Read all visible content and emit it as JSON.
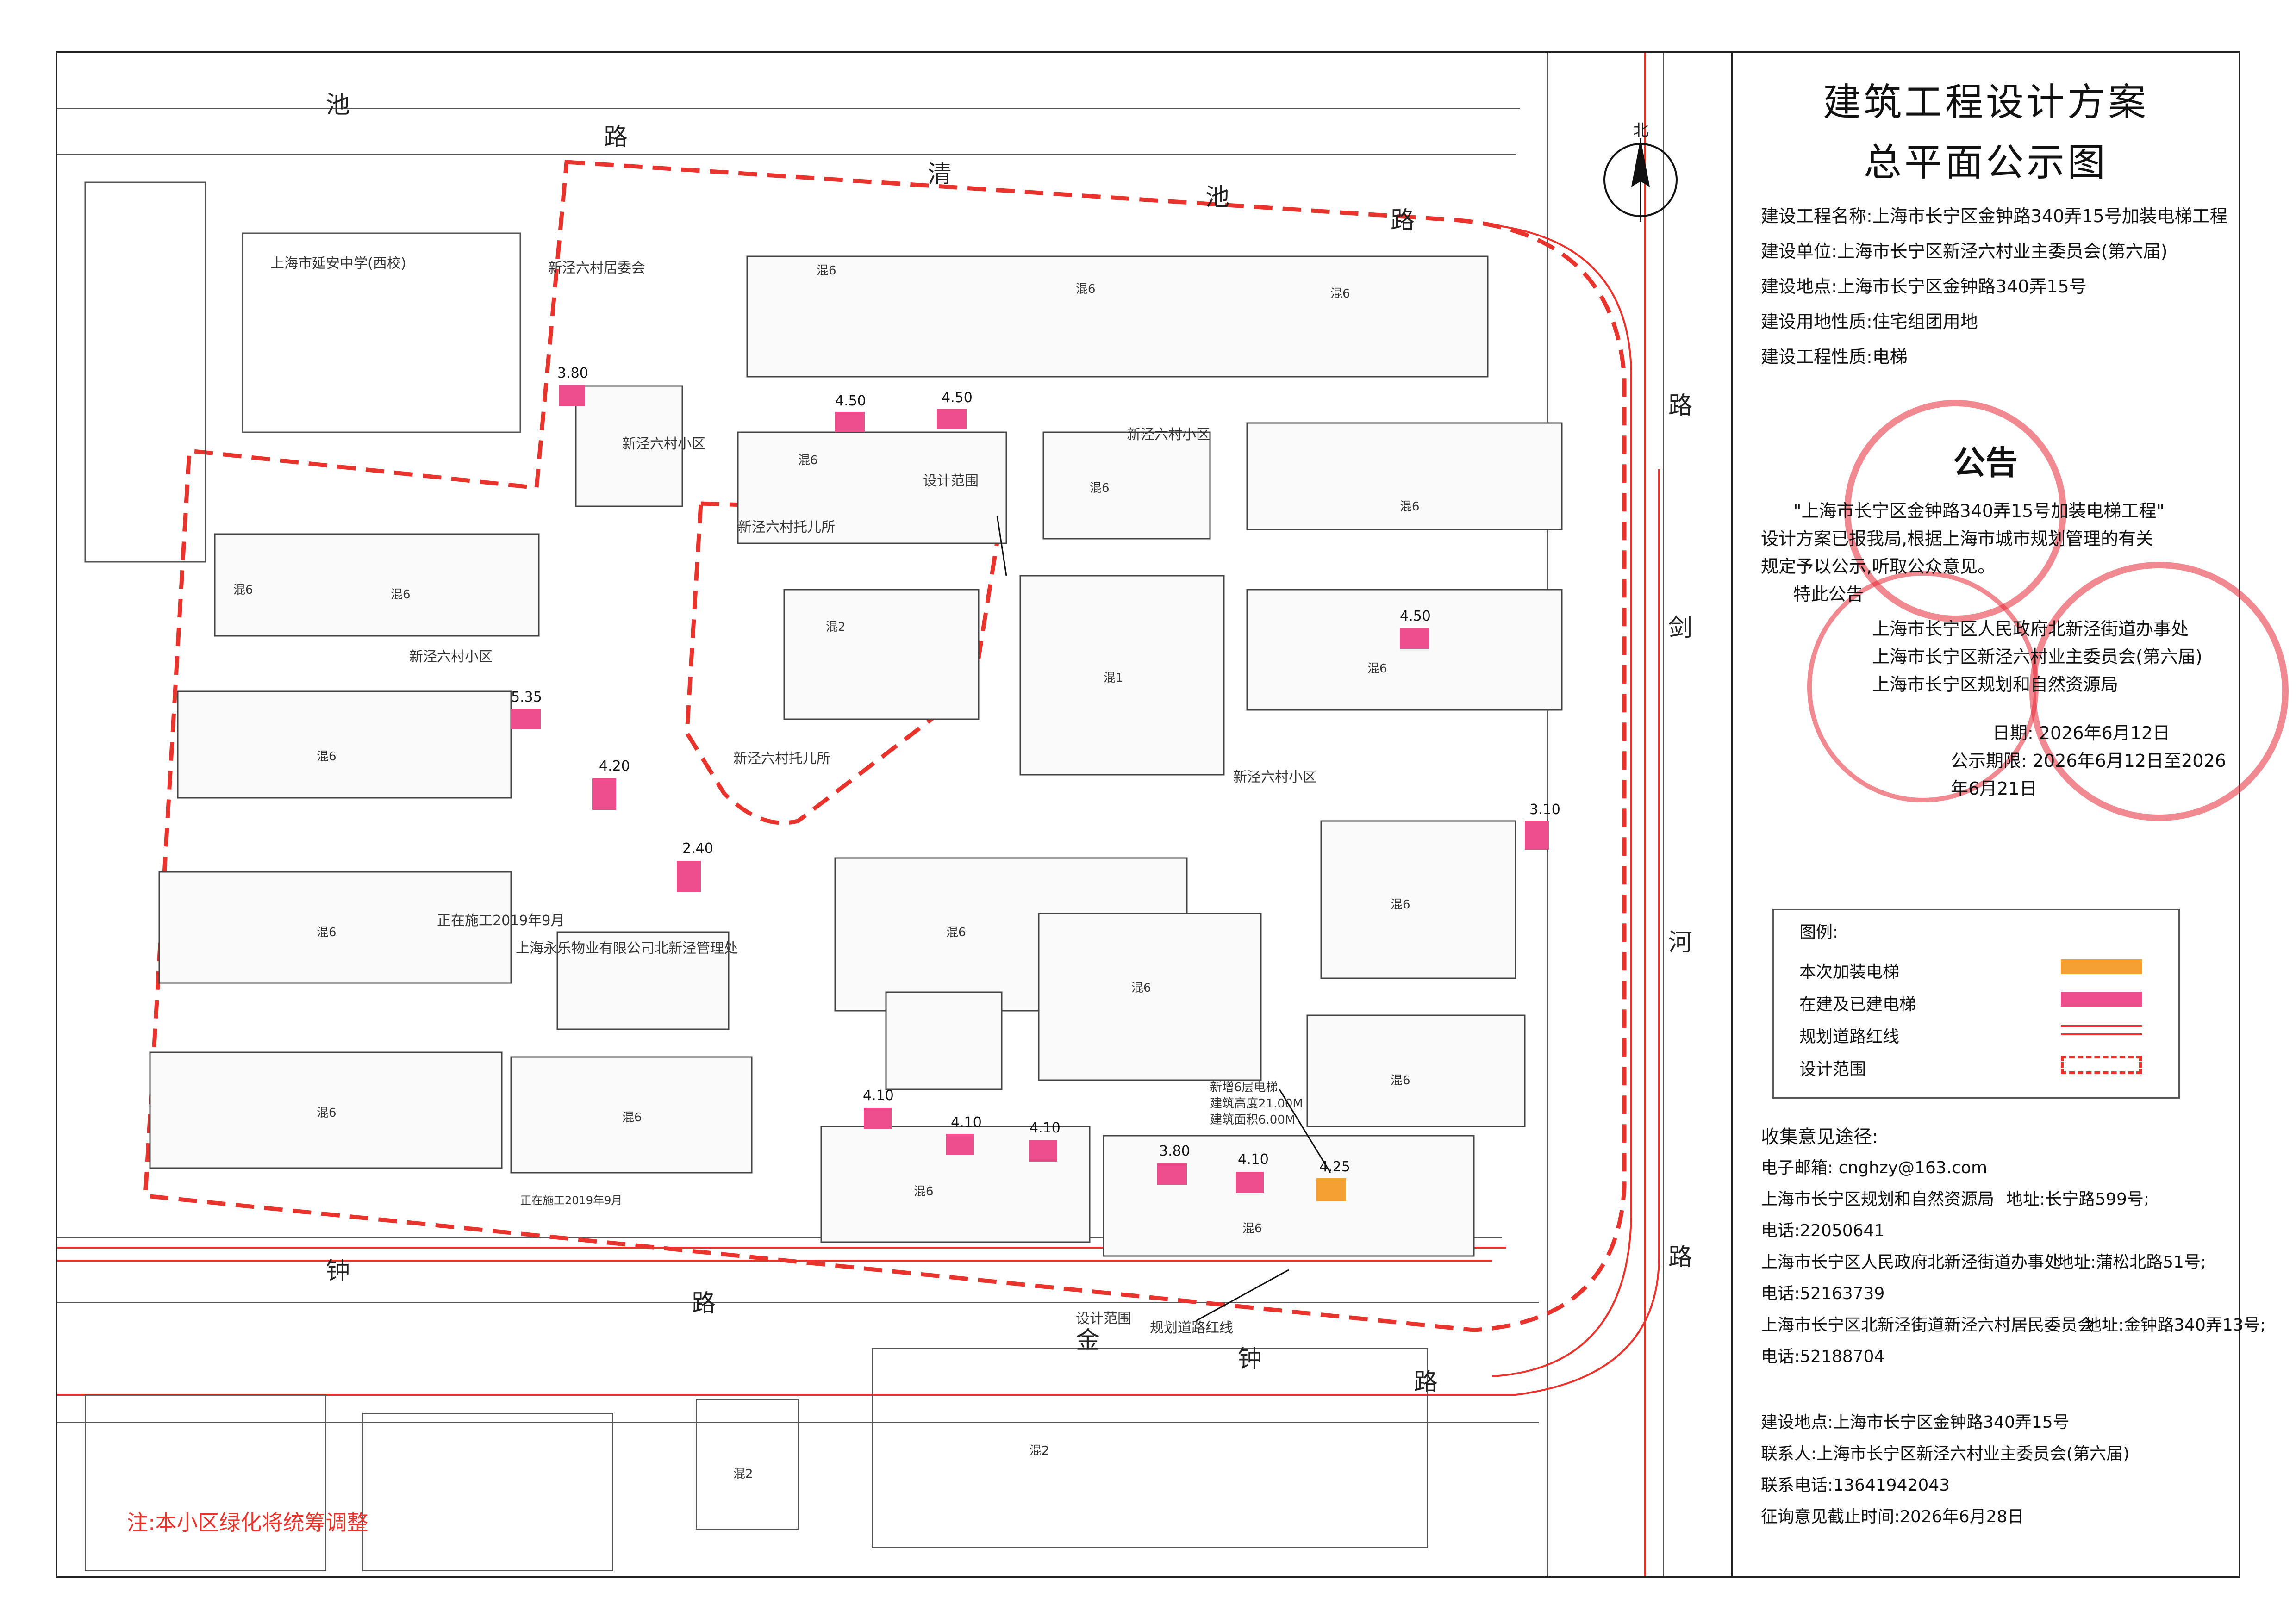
{
  "title_line1": "建筑工程设计方案",
  "title_line2": "总平面公示图",
  "project_info": {
    "name": "建设工程名称:上海市长宁区金钟路340弄15号加装电梯工程",
    "unit": "建设单位:上海市长宁区新泾六村业主委员会(第六届)",
    "location": "建设地点:上海市长宁区金钟路340弄15号",
    "land_use": "建设用地性质:住宅组团用地",
    "nature": "建设工程性质:电梯"
  },
  "notice": {
    "heading": "公告",
    "body_line1": "\"上海市长宁区金钟路340弄15号加装电梯工程\"",
    "body_line2": "设计方案已报我局,根据上海市城市规划管理的有关",
    "body_line3": "规定予以公示,听取公众意见。",
    "body_line4": "特此公告",
    "org1": "上海市长宁区人民政府北新泾街道办事处",
    "org2": "上海市长宁区新泾六村业主委员会(第六届)",
    "org3": "上海市长宁区规划和自然资源局",
    "date": "日期: 2026年6月12日",
    "period": "公示期限: 2026年6月12日至2026年6月21日"
  },
  "legend": {
    "title": "图例:",
    "items": [
      {
        "label": "本次加装电梯",
        "color": "#f5a033"
      },
      {
        "label": "在建及已建电梯",
        "color": "#ee4d8c"
      },
      {
        "label": "规划道路红线",
        "color": "#e8342c"
      },
      {
        "label": "设计范围",
        "color": "#e8342c"
      }
    ]
  },
  "contact": {
    "heading": "收集意见途径:",
    "email": "电子邮箱: cnghzy@163.com",
    "org1": "上海市长宁区规划和自然资源局",
    "org1_addr": "地址:长宁路599号;",
    "org1_tel": "电话:22050641",
    "org2": "上海市长宁区人民政府北新泾街道办事处",
    "org2_addr": "地址:蒲松北路51号;",
    "org2_tel": "电话:52163739",
    "org3": "上海市长宁区北新泾街道新泾六村居民委员会",
    "org3_addr": "地址:金钟路340弄13号;",
    "org3_tel": "电话:52188704"
  },
  "footer": {
    "location": "建设地点:上海市长宁区金钟路340弄15号",
    "contact_person": "联系人:上海市长宁区新泾六村业主委员会(第六届)",
    "phone": "联系电话:13641942043",
    "deadline": "征询意见截止时间:2026年6月28日"
  },
  "map": {
    "north_label": "北",
    "roads": {
      "qingchi": [
        "池",
        "路",
        "清",
        "池",
        "路"
      ],
      "jianhe": [
        "路",
        "剑",
        "河",
        "路"
      ],
      "jinzhong": [
        "钟",
        "路",
        "金",
        "钟",
        "路"
      ]
    },
    "pois": {
      "school": "上海市延安中学(西校)",
      "committee": "新泾六村居委会",
      "kindergarten_top": "新泾六村托儿所",
      "kindergarten_bottom": "新泾六村托儿所",
      "community_1": "新泾六村小区",
      "community_2": "新泾六村小区",
      "community_3": "新泾六村小区",
      "community_4": "新泾六村小区",
      "property": "上海永乐物业有限公司北新泾管理处",
      "construction_1": "正在施工2019年9月",
      "construction_2": "正在施工2019年9月",
      "design_scope": "设计范围",
      "design_scope_bottom": "设计范围",
      "road_redline": "规划道路红线"
    },
    "new_elevator_note": [
      "新增6层电梯",
      "建筑高度21.00M",
      "建筑面积6.00M"
    ],
    "dims": [
      "3.80",
      "4.50",
      "4.50",
      "5.35",
      "4.20",
      "2.40",
      "3.10",
      "4.50",
      "4.10",
      "4.10",
      "4.10",
      "3.80",
      "4.10",
      "4.25"
    ],
    "building_label": "混6",
    "building_label_2": "混2",
    "building_label_1": "混1",
    "note": "注:本小区绿化将统筹调整"
  },
  "colors": {
    "red": "#e8342c",
    "pink": "#ee4d8c",
    "orange": "#f5a033",
    "seal": "#e6283a"
  }
}
